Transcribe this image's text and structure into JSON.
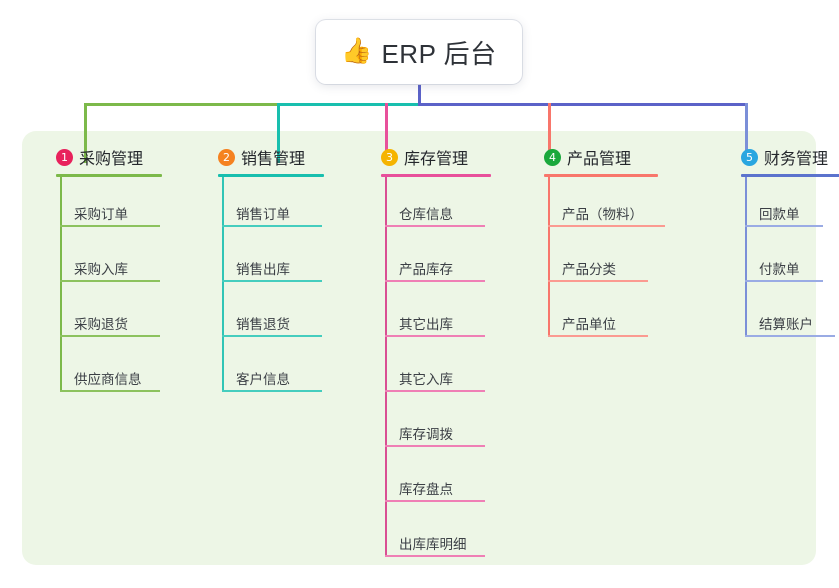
{
  "diagram": {
    "type": "mindmap-tree",
    "root": {
      "icon": "thumbs-up-emoji",
      "icon_glyph": "👍",
      "label": "ERP 后台"
    },
    "panel_background": "#edf6e6",
    "connector_colors": {
      "trunk": "#5b62c8",
      "segment_green": "#7cb94a",
      "segment_teal": "#18bfae",
      "segment_blue": "#5b62c8"
    },
    "columns": [
      {
        "index": "1",
        "badge_color": "#e8225c",
        "line_color": "#7cb94a",
        "title": "采购管理",
        "items": [
          {
            "label": "采购订单"
          },
          {
            "label": "采购入库"
          },
          {
            "label": "采购退货"
          },
          {
            "label": "供应商信息"
          }
        ]
      },
      {
        "index": "2",
        "badge_color": "#f58220",
        "line_color": "#18bfae",
        "title": "销售管理",
        "items": [
          {
            "label": "销售订单"
          },
          {
            "label": "销售出库"
          },
          {
            "label": "销售退货"
          },
          {
            "label": "客户信息"
          }
        ]
      },
      {
        "index": "3",
        "badge_color": "#f5b400",
        "line_color": "#e8509b",
        "title": "库存管理",
        "items": [
          {
            "label": "仓库信息"
          },
          {
            "label": "产品库存"
          },
          {
            "label": "其它出库"
          },
          {
            "label": "其它入库"
          },
          {
            "label": "库存调拨"
          },
          {
            "label": "库存盘点"
          },
          {
            "label": "出库库明细"
          }
        ]
      },
      {
        "index": "4",
        "badge_color": "#1aa83c",
        "line_color": "#f8766b",
        "title": "产品管理",
        "items": [
          {
            "label": "产品（物料）"
          },
          {
            "label": "产品分类"
          },
          {
            "label": "产品单位"
          }
        ]
      },
      {
        "index": "5",
        "badge_color": "#29a6e0",
        "line_color": "#7b8fd8",
        "title": "财务管理",
        "items": [
          {
            "label": "回款单"
          },
          {
            "label": "付款单"
          },
          {
            "label": "结算账户"
          }
        ]
      }
    ]
  }
}
